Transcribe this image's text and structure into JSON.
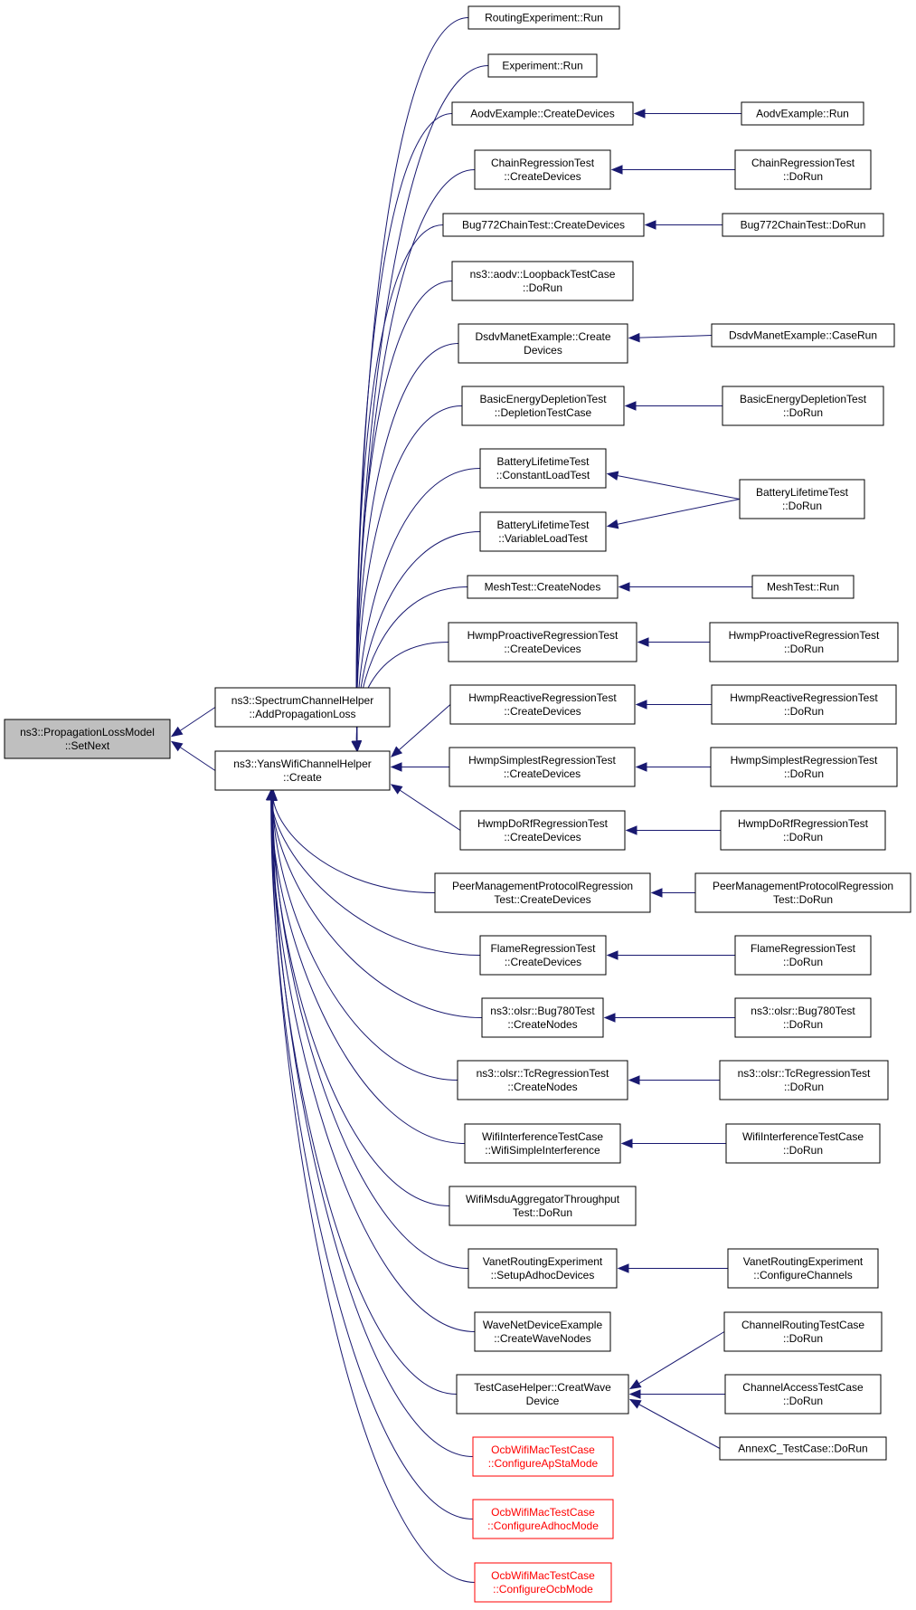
{
  "nodes": [
    {
      "id": "root",
      "lines": [
        "ns3::PropagationLossModel",
        "::SetNext"
      ],
      "style": "root"
    },
    {
      "id": "spectrum",
      "lines": [
        "ns3::SpectrumChannelHelper",
        "::AddPropagationLoss"
      ]
    },
    {
      "id": "yans",
      "lines": [
        "ns3::YansWifiChannelHelper",
        "::Create"
      ]
    },
    {
      "id": "c_routing",
      "lines": [
        "RoutingExperiment::Run"
      ]
    },
    {
      "id": "c_exp",
      "lines": [
        "Experiment::Run"
      ]
    },
    {
      "id": "c_aodvex",
      "lines": [
        "AodvExample::CreateDevices"
      ]
    },
    {
      "id": "c_chain",
      "lines": [
        "ChainRegressionTest",
        "::CreateDevices"
      ]
    },
    {
      "id": "c_bug772",
      "lines": [
        "Bug772ChainTest::CreateDevices"
      ]
    },
    {
      "id": "c_loopback",
      "lines": [
        "ns3::aodv::LoopbackTestCase",
        "::DoRun"
      ]
    },
    {
      "id": "c_dsdv",
      "lines": [
        "DsdvManetExample::Create",
        "Devices"
      ]
    },
    {
      "id": "c_energy",
      "lines": [
        "BasicEnergyDepletionTest",
        "::DepletionTestCase"
      ]
    },
    {
      "id": "c_batconst",
      "lines": [
        "BatteryLifetimeTest",
        "::ConstantLoadTest"
      ]
    },
    {
      "id": "c_batvar",
      "lines": [
        "BatteryLifetimeTest",
        "::VariableLoadTest"
      ]
    },
    {
      "id": "c_mesh",
      "lines": [
        "MeshTest::CreateNodes"
      ]
    },
    {
      "id": "c_hwmppro",
      "lines": [
        "HwmpProactiveRegressionTest",
        "::CreateDevices"
      ]
    },
    {
      "id": "c_hwmpre",
      "lines": [
        "HwmpReactiveRegressionTest",
        "::CreateDevices"
      ]
    },
    {
      "id": "c_hwmpsim",
      "lines": [
        "HwmpSimplestRegressionTest",
        "::CreateDevices"
      ]
    },
    {
      "id": "c_hwmpdorf",
      "lines": [
        "HwmpDoRfRegressionTest",
        "::CreateDevices"
      ]
    },
    {
      "id": "c_peer",
      "lines": [
        "PeerManagementProtocolRegression",
        "Test::CreateDevices"
      ]
    },
    {
      "id": "c_flame",
      "lines": [
        "FlameRegressionTest",
        "::CreateDevices"
      ]
    },
    {
      "id": "c_bug780",
      "lines": [
        "ns3::olsr::Bug780Test",
        "::CreateNodes"
      ]
    },
    {
      "id": "c_tcreg",
      "lines": [
        "ns3::olsr::TcRegressionTest",
        "::CreateNodes"
      ]
    },
    {
      "id": "c_wifiinter",
      "lines": [
        "WifiInterferenceTestCase",
        "::WifiSimpleInterference"
      ]
    },
    {
      "id": "c_msdu",
      "lines": [
        "WifiMsduAggregatorThroughput",
        "Test::DoRun"
      ]
    },
    {
      "id": "c_vanet",
      "lines": [
        "VanetRoutingExperiment",
        "::SetupAdhocDevices"
      ]
    },
    {
      "id": "c_wavenet",
      "lines": [
        "WaveNetDeviceExample",
        "::CreateWaveNodes"
      ]
    },
    {
      "id": "c_testcase",
      "lines": [
        "TestCaseHelper::CreatWave",
        "Device"
      ]
    },
    {
      "id": "c_ocbap",
      "lines": [
        "OcbWifiMacTestCase",
        "::ConfigureApStaMode"
      ],
      "style": "red"
    },
    {
      "id": "c_ocbadhoc",
      "lines": [
        "OcbWifiMacTestCase",
        "::ConfigureAdhocMode"
      ],
      "style": "red"
    },
    {
      "id": "c_ocbocb",
      "lines": [
        "OcbWifiMacTestCase",
        "::ConfigureOcbMode"
      ],
      "style": "red"
    },
    {
      "id": "r_aodvrun",
      "lines": [
        "AodvExample::Run"
      ]
    },
    {
      "id": "r_chain",
      "lines": [
        "ChainRegressionTest",
        "::DoRun"
      ]
    },
    {
      "id": "r_bug772",
      "lines": [
        "Bug772ChainTest::DoRun"
      ]
    },
    {
      "id": "r_dsdv",
      "lines": [
        "DsdvManetExample::CaseRun"
      ]
    },
    {
      "id": "r_energy",
      "lines": [
        "BasicEnergyDepletionTest",
        "::DoRun"
      ]
    },
    {
      "id": "r_battery",
      "lines": [
        "BatteryLifetimeTest",
        "::DoRun"
      ]
    },
    {
      "id": "r_mesh",
      "lines": [
        "MeshTest::Run"
      ]
    },
    {
      "id": "r_hwmppro",
      "lines": [
        "HwmpProactiveRegressionTest",
        "::DoRun"
      ]
    },
    {
      "id": "r_hwmpre",
      "lines": [
        "HwmpReactiveRegressionTest",
        "::DoRun"
      ]
    },
    {
      "id": "r_hwmpsim",
      "lines": [
        "HwmpSimplestRegressionTest",
        "::DoRun"
      ]
    },
    {
      "id": "r_hwmpdorf",
      "lines": [
        "HwmpDoRfRegressionTest",
        "::DoRun"
      ]
    },
    {
      "id": "r_peer",
      "lines": [
        "PeerManagementProtocolRegression",
        "Test::DoRun"
      ]
    },
    {
      "id": "r_flame",
      "lines": [
        "FlameRegressionTest",
        "::DoRun"
      ]
    },
    {
      "id": "r_bug780",
      "lines": [
        "ns3::olsr::Bug780Test",
        "::DoRun"
      ]
    },
    {
      "id": "r_tcreg",
      "lines": [
        "ns3::olsr::TcRegressionTest",
        "::DoRun"
      ]
    },
    {
      "id": "r_wifiinter",
      "lines": [
        "WifiInterferenceTestCase",
        "::DoRun"
      ]
    },
    {
      "id": "r_vanet",
      "lines": [
        "VanetRoutingExperiment",
        "::ConfigureChannels"
      ]
    },
    {
      "id": "r_chanrouting",
      "lines": [
        "ChannelRoutingTestCase",
        "::DoRun"
      ]
    },
    {
      "id": "r_chanaccess",
      "lines": [
        "ChannelAccessTestCase",
        "::DoRun"
      ]
    },
    {
      "id": "r_annexc",
      "lines": [
        "AnnexC_TestCase::DoRun"
      ]
    }
  ],
  "edges": [
    [
      "spectrum",
      "root"
    ],
    [
      "yans",
      "root"
    ],
    [
      "c_routing",
      "yans"
    ],
    [
      "c_exp",
      "yans"
    ],
    [
      "c_aodvex",
      "yans"
    ],
    [
      "c_chain",
      "yans"
    ],
    [
      "c_bug772",
      "yans"
    ],
    [
      "c_loopback",
      "yans"
    ],
    [
      "c_dsdv",
      "yans"
    ],
    [
      "c_energy",
      "yans"
    ],
    [
      "c_batconst",
      "yans"
    ],
    [
      "c_batvar",
      "yans"
    ],
    [
      "c_mesh",
      "yans"
    ],
    [
      "c_hwmppro",
      "yans"
    ],
    [
      "c_hwmpre",
      "yans"
    ],
    [
      "c_hwmpsim",
      "yans"
    ],
    [
      "c_hwmpdorf",
      "yans"
    ],
    [
      "c_peer",
      "yans"
    ],
    [
      "c_flame",
      "yans"
    ],
    [
      "c_bug780",
      "yans"
    ],
    [
      "c_tcreg",
      "yans"
    ],
    [
      "c_wifiinter",
      "yans"
    ],
    [
      "c_msdu",
      "yans"
    ],
    [
      "c_vanet",
      "yans"
    ],
    [
      "c_wavenet",
      "yans"
    ],
    [
      "c_testcase",
      "yans"
    ],
    [
      "c_ocbap",
      "yans"
    ],
    [
      "c_ocbadhoc",
      "yans"
    ],
    [
      "c_ocbocb",
      "yans"
    ],
    [
      "r_aodvrun",
      "c_aodvex"
    ],
    [
      "r_chain",
      "c_chain"
    ],
    [
      "r_bug772",
      "c_bug772"
    ],
    [
      "r_dsdv",
      "c_dsdv"
    ],
    [
      "r_energy",
      "c_energy"
    ],
    [
      "r_battery",
      "c_batconst"
    ],
    [
      "r_battery",
      "c_batvar"
    ],
    [
      "r_mesh",
      "c_mesh"
    ],
    [
      "r_hwmppro",
      "c_hwmppro"
    ],
    [
      "r_hwmpre",
      "c_hwmpre"
    ],
    [
      "r_hwmpsim",
      "c_hwmpsim"
    ],
    [
      "r_hwmpdorf",
      "c_hwmpdorf"
    ],
    [
      "r_peer",
      "c_peer"
    ],
    [
      "r_flame",
      "c_flame"
    ],
    [
      "r_bug780",
      "c_bug780"
    ],
    [
      "r_tcreg",
      "c_tcreg"
    ],
    [
      "r_wifiinter",
      "c_wifiinter"
    ],
    [
      "r_vanet",
      "c_vanet"
    ],
    [
      "r_chanrouting",
      "c_testcase"
    ],
    [
      "r_chanaccess",
      "c_testcase"
    ],
    [
      "r_annexc",
      "c_testcase"
    ]
  ],
  "colors": {
    "edge": "#191970",
    "root_fill": "#bfbfbf",
    "alert": "#ff0000"
  }
}
